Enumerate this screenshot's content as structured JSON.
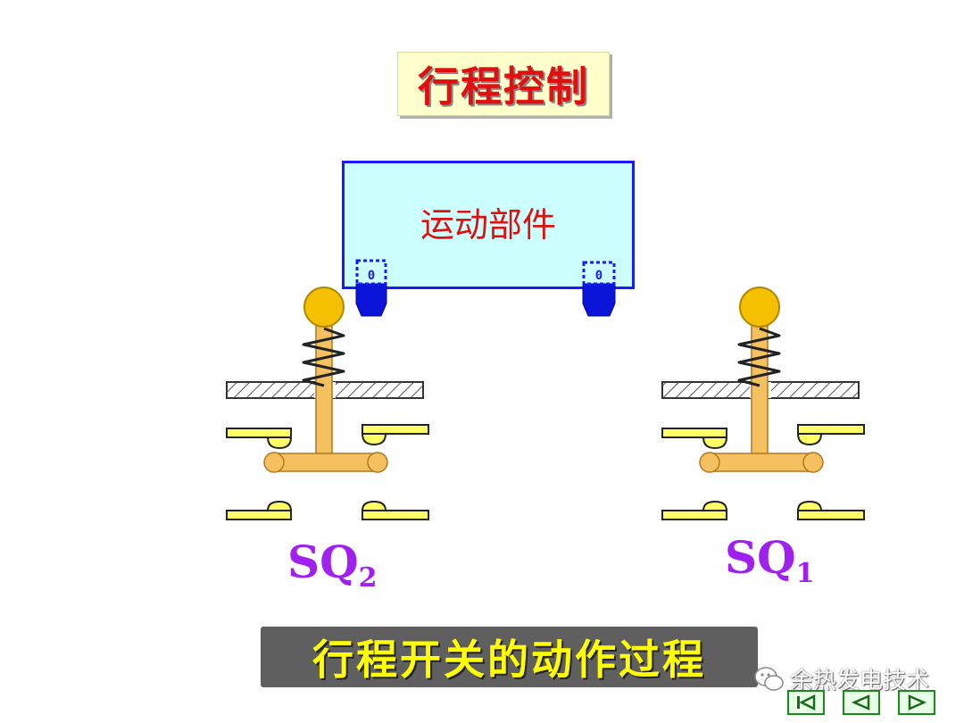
{
  "title": "行程控制",
  "moving_part": {
    "label": "运动部件"
  },
  "switches": [
    {
      "name": "SQ",
      "subscript": "2"
    },
    {
      "name": "SQ",
      "subscript": "1"
    }
  ],
  "caption": "行程开关的动作过程",
  "watermark": "余热发电技术",
  "nav": {
    "icons": [
      "first-slide-icon",
      "previous-slide-icon",
      "next-slide-icon"
    ]
  },
  "stops": {
    "label": "0"
  },
  "colors": {
    "title": "#e01010",
    "title_bg": "#ffffcc",
    "moving_part_bg": "#ccffff",
    "moving_part_border": "#1a1aff",
    "contact": "#ffff66",
    "plunger": "#f5c060",
    "roller": "#f5c000",
    "label": "#a020f0",
    "caption_text": "#ffff00",
    "caption_bg": "#5f5f5f"
  }
}
